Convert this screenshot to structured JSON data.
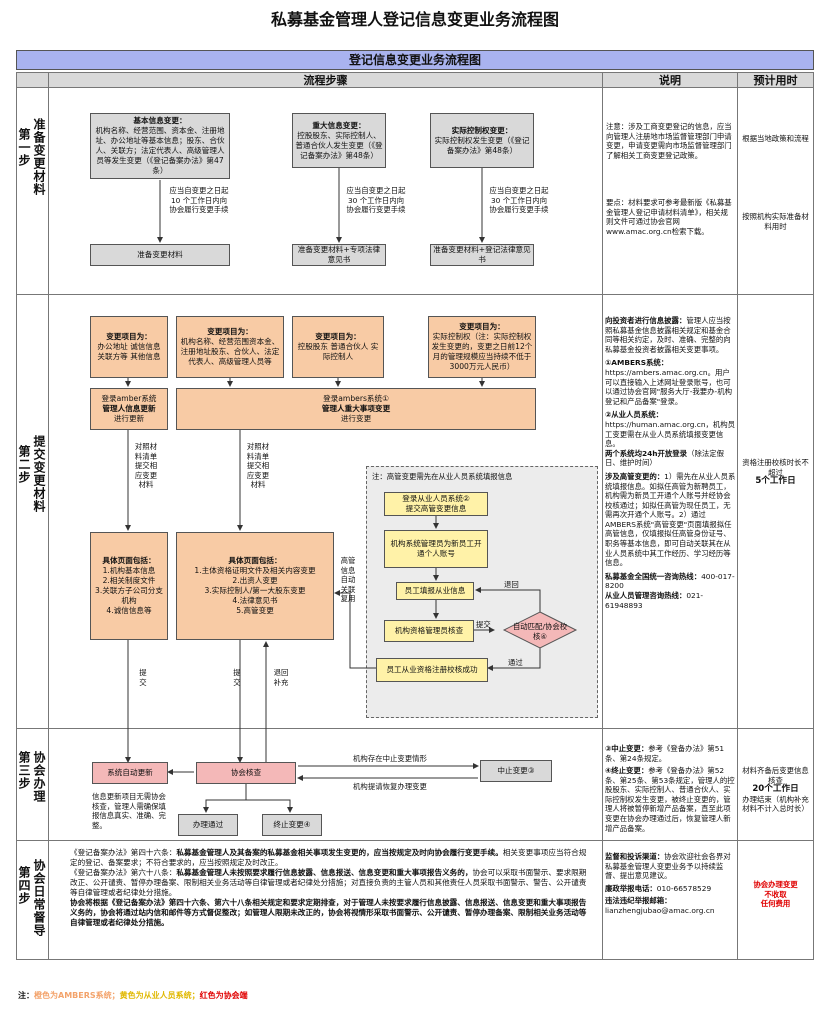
{
  "title": "私募基金管理人登记信息变更业务流程图",
  "band_title": "登记信息变更业务流程图",
  "headers": {
    "steps": "流程步骤",
    "explain": "说明",
    "time": "预计用时"
  },
  "steps": [
    {
      "num": "第一步",
      "name": "准备变更材料"
    },
    {
      "num": "第二步",
      "name": "提交变更材料"
    },
    {
      "num": "第三步",
      "name": "协会办理"
    },
    {
      "num": "第四步",
      "name": "协会日常督导"
    }
  ],
  "step1": {
    "box_basic": {
      "title": "基本信息变更：",
      "body": "机构名称、经营范围、资本金、注册地址、办公地址等基本信息；股东、合伙人、关联方；法定代表人、高级管理人员等发生变更（《登记备案办法》第47条）"
    },
    "box_major": {
      "title": "重大信息变更：",
      "body": "控股股东、实际控制人、普通合伙人发生变更（《登记备案办法》第48条）"
    },
    "box_control": {
      "title": "实际控制权变更：",
      "body": "实际控制权发生变更（《登记备案办法》第48条）"
    },
    "note_a": "应当自变更之日起 10 个工作日内向协会履行变更手续",
    "note_b": "应当自变更之日起 30 个工作日内向协会履行变更手续",
    "note_c": "应当自变更之日起 30 个工作日内向协会履行变更手续",
    "mat_a": "准备变更材料",
    "mat_b": "准备变更材料+专项法律意见书",
    "mat_c": "准备变更材料+登记法律意见书",
    "explain_1a": "注意：涉及工商变更登记的信息，应当向管理人注册地市场监督管理部门申请变更，申请变更需向市场监督管理部门了解相关工商变更登记政策。",
    "explain_1b": "要点：材料要求可参考最新版《私募基金管理人登记申请材料清单》，相关规则文件可通过协会官网www.amac.org.cn检索下载。",
    "time_1a": "根据当地政策和流程",
    "time_1b": "按照机构实际准备材料用时"
  },
  "step2": {
    "item_1": {
      "title": "变更项目为：",
      "body": "办公地址\n诚信信息\n关联方等\n其他信息"
    },
    "item_2": {
      "title": "变更项目为：",
      "body": "机构名称、经营范围资本金、注册地址股东、合伙人、法定代表人、高级管理人员等"
    },
    "item_3": {
      "title": "变更项目为：",
      "body": "控股股东\n普通合伙人\n实际控制人"
    },
    "item_4": {
      "title": "变更项目为：",
      "body": "实际控制权（注：实际控制权发生变更的，变更之日前12个月的管理规模应当持续不低于3000万元人民币）"
    },
    "login_1": {
      "pre": "登录amber系统",
      "bold": "管理人信息更新",
      "post": "进行更新"
    },
    "login_2": {
      "pre": "登录ambers系统①",
      "bold": "管理人重大事项变更",
      "post": "进行变更"
    },
    "check_a": "对照材料清单提交相应变更材料",
    "check_b": "对照材料清单提交相应变更材料",
    "page_1": {
      "title": "具体页面包括：",
      "body": "1.机构基本信息\n2.相关制度文件\n3.关联方子公司分支机构\n4.诚信信息等"
    },
    "page_2": {
      "title": "具体页面包括：",
      "body": "1.主体资格证明文件及相关内容变更\n2.出资人变更\n3.实际控制人/第一大股东变更\n4.法律意见书\n5.高管变更"
    },
    "side_text": "高管信息自动关联复用",
    "dash_title": "注：高管变更需先在从业人员系统填报信息",
    "y_login": "登录从业人员系统②\n提交高管变更信息",
    "y_admin": "机构系统管理员为新员工开通个人账号",
    "y_fill": "员工填报从业信息",
    "y_review": "机构资格管理员核查",
    "y_success": "员工从业资格注册校核成功",
    "diamond": "自动匹配/协会校核④",
    "lbl_back": "退回",
    "lbl_submit": "提交",
    "lbl_pass": "通过",
    "lbl_sub1": "提交",
    "lbl_sub2": "提交",
    "lbl_return": "退回补充",
    "explain_2": [
      {
        "b": "向投资者进行信息披露：",
        "t": "管理人应当按照私募基金信息披露相关规定和基金合同等相关约定，及时、准确、完整的向私募基金投资者披露相关变更事项。"
      },
      {
        "b": "①AMBERS系统：",
        "t": "https://ambers.amac.org.cn。用户可以直接输入上述网址登录账号，也可以通过协会官网\"服务大厅-我要办-机构登记和产品备案\"登录。"
      },
      {
        "b": "②从业人员系统：",
        "t": "https://human.amac.org.cn，机构员工变更需在从业人员系统填报变更信息。"
      },
      {
        "b": "两个系统均24h开放登录",
        "t": "（除法定假日、维护时间）"
      },
      {
        "b": "涉及高管变更的：",
        "t": "1）需先在从业人员系统填报信息。如拟任高管为新聘员工，机构需为新员工开通个人账号并经协会校核通过；如拟任高管为现任员工，无需再次开通个人账号。2）通过AMBERS系统\"高管变更\"页面填报拟任高管信息，仅填报拟任高管身份证号、职务等基本信息，即可自动关联其在从业人员系统中其工作经历、学习经历等信息。"
      },
      {
        "b": "私募基金全国统一咨询热线：",
        "t": "400-017-8200"
      },
      {
        "b": "从业人员管理咨询热线：",
        "t": "021-61948893"
      }
    ],
    "time_2a": "资格注册校核时长不超过",
    "time_2b": "5个工作日"
  },
  "step3": {
    "auto_update": "系统自动更新",
    "verify": "协会核查",
    "suspend": "中止变更③",
    "lbl_suspend": "机构存在中止变更情形",
    "lbl_resume": "机构提请恢复办理变更",
    "pass": "办理通过",
    "terminate": "终止变更④",
    "note_auto": "信息更新项目无需协会核查，管理人需确保填报信息真实、准确、完整。",
    "explain_3a_b": "③中止变更：",
    "explain_3a_t": "参考《登备办法》第51条、第24条规定。",
    "explain_3b_b": "④终止变更：",
    "explain_3b_t": "参考《登备办法》第52条、第25条、第53条规定，管理人的控股股东、实际控制人、普通合伙人、实际控制权发生变更，被终止变更的，管理人将被暂停新增产品备案，直至此项变更在协会办理通过后，恢复管理人新增产品备案。",
    "time_3a": "材料齐备后变更信息核查",
    "time_3b": "20个工作日",
    "time_3c": "办理结束（机构补充材料不计入总时长）"
  },
  "step4": {
    "para_1_lead": "《登记备案办法》第四十六条：",
    "para_1_bold": "私募基金管理人及其备案的私募基金相关事项发生变更的，应当按规定及时向协会履行变更手续。",
    "para_1_tail": "相关变更事项应当符合规定的登记、备案要求；不符合要求的，应当按照规定及时改正。",
    "para_2_lead": "《登记备案办法》第六十八条：",
    "para_2_bold": "私募基金管理人未按照要求履行信息披露、信息报送、信息变更和重大事项报告义务的，",
    "para_2_tail": "协会可以采取书面警示、要求限期改正、公开谴责、暂停办理备案、限制相关业务活动等自律管理或者纪律处分措施；对直接负责的主管人员和其他责任人员采取书面警示、警告、公开谴责等自律管理或者纪律处分措施。",
    "para_3": "协会将根据《登记备案办法》第四十六条、第六十八条相关规定和要求定期排查，对于管理人未按要求履行信息披露、信息报送、信息变更和重大事项报告义务的，协会将通过站内信和邮件等方式督促整改；如管理人限期未改正的，协会将视情形采取书面警示、公开谴责、暂停办理备案、限制相关业务活动等自律管理或者纪律处分措施。",
    "supervise_b": "监督和投诉渠道：",
    "supervise_t": "协会欢迎社会各界对私募基金管理人变更业务予以持续监督、提出意见建议。",
    "phone_b": "廉政举报电话：",
    "phone_t": "010-66578529",
    "email_b": "违法违纪举报邮箱：",
    "email_t": "lianzhengjubao@amac.org.cn",
    "time_4": "协会办理变更\n不收取\n任何费用"
  },
  "footer": {
    "prefix": "注：",
    "orange": "橙色为AMBERS系统；",
    "yellow": "黄色为从业人员系统；",
    "red": "红色为协会端"
  },
  "colors": {
    "band": "#a9b3ef",
    "gray": "#d9d9d9",
    "orange": "#f8cba5",
    "yellow": "#fff2a8",
    "pink": "#f4b8b8",
    "red": "#e00000"
  }
}
